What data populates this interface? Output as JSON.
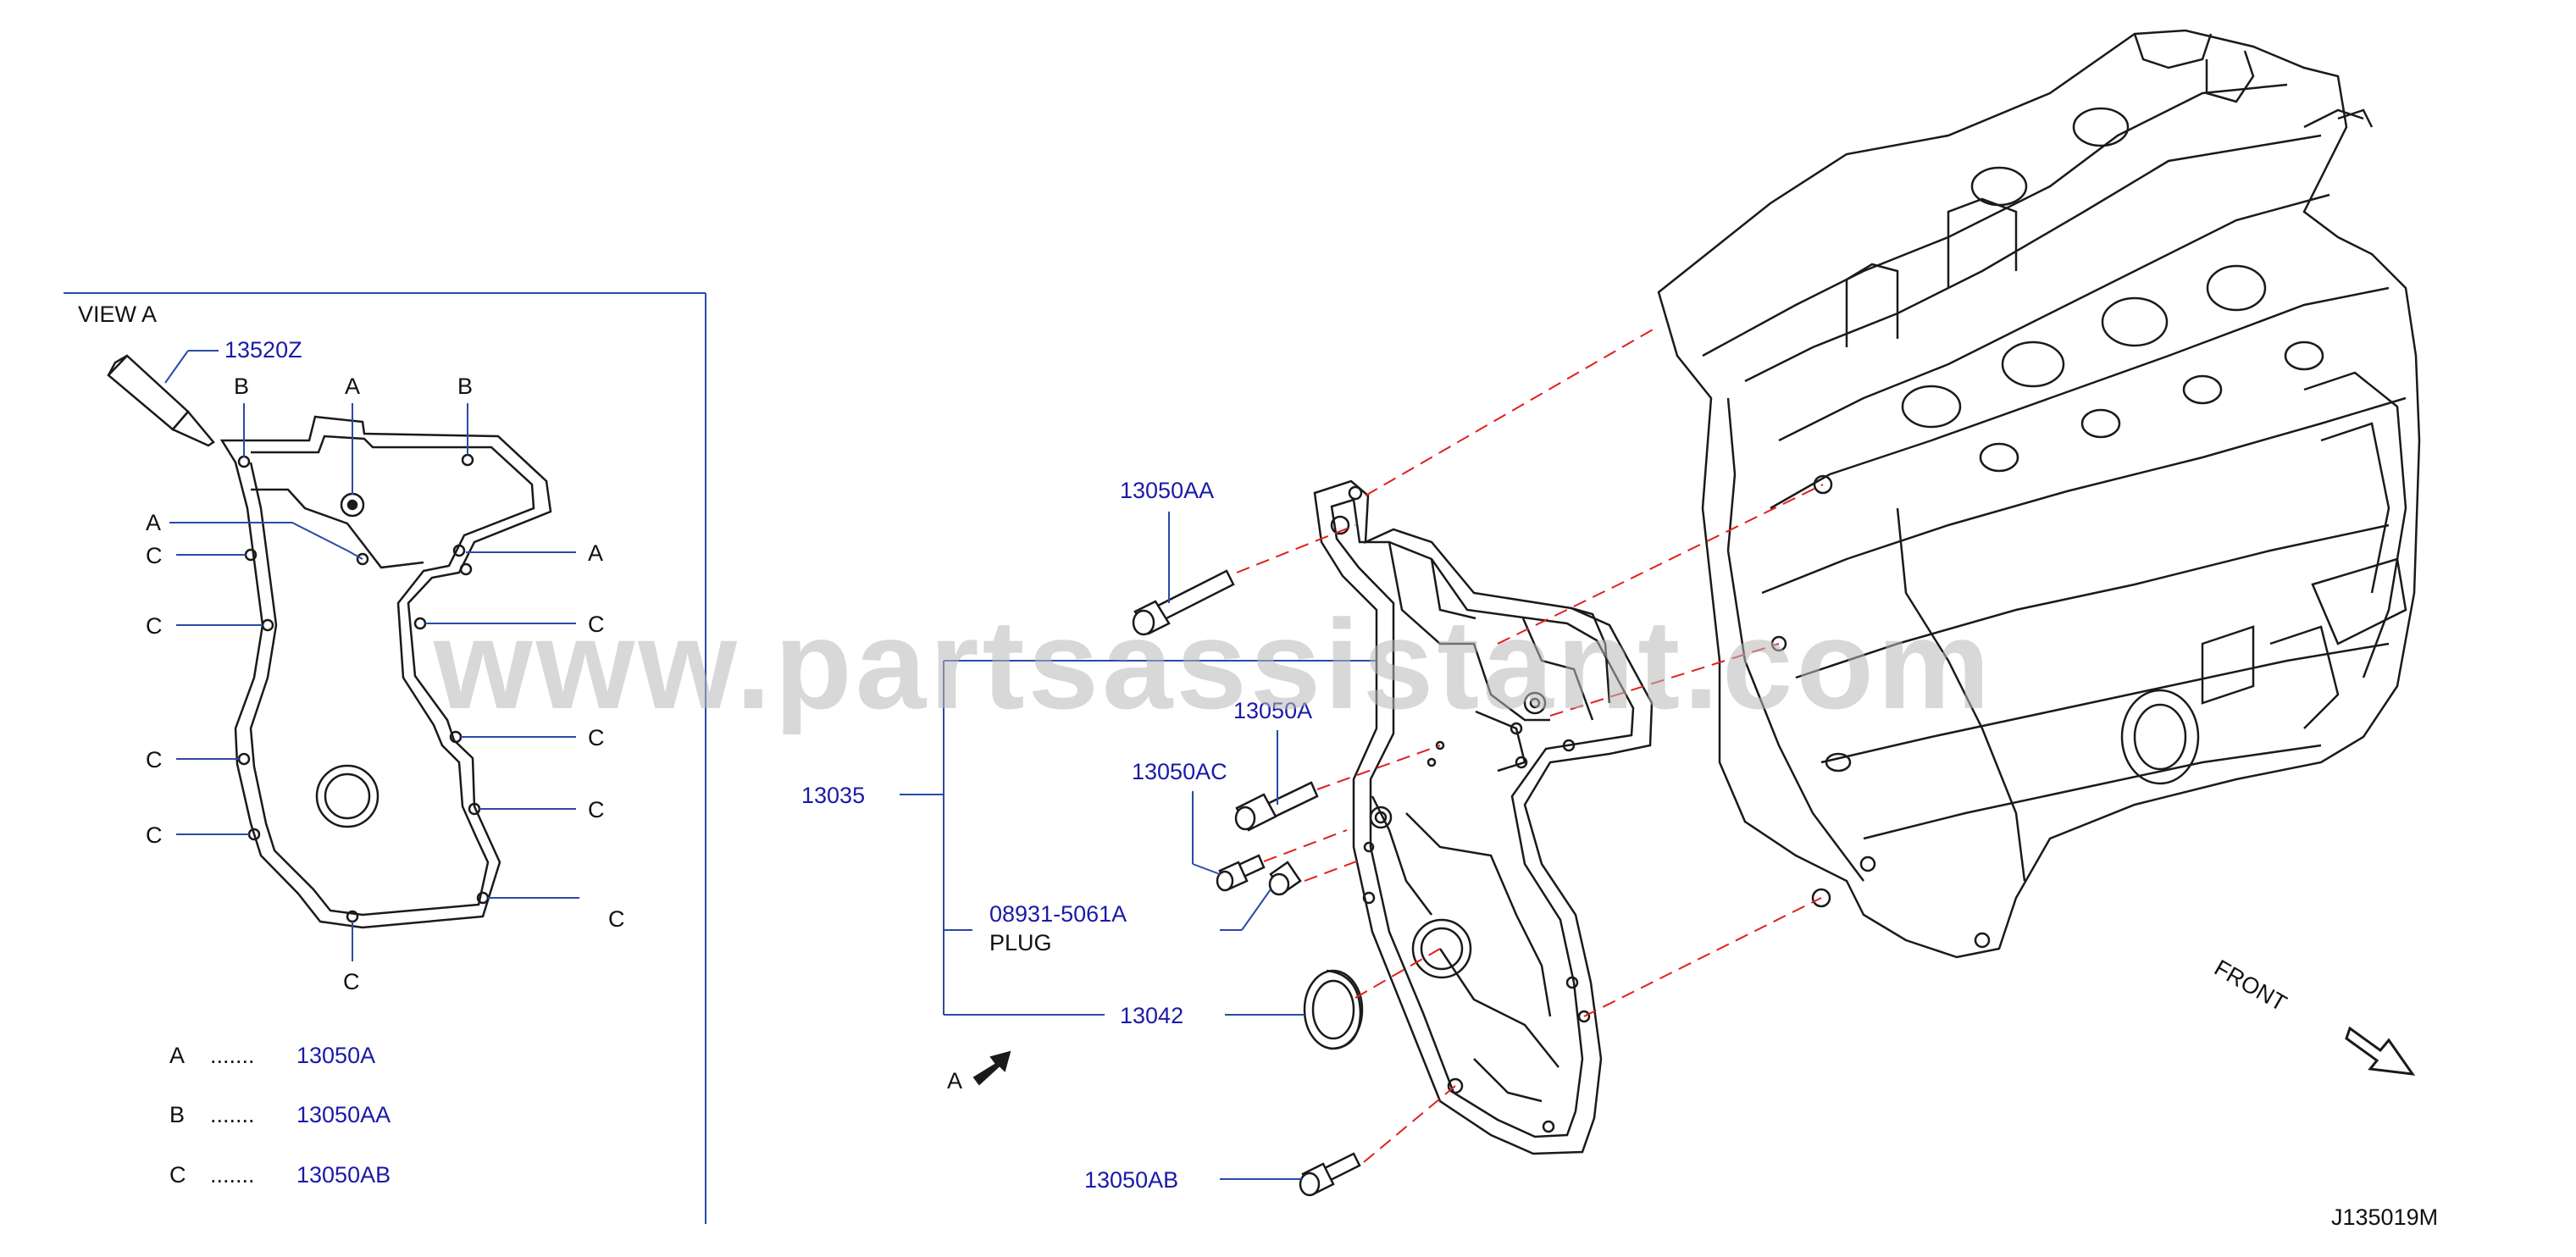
{
  "view_title": "VIEW   A",
  "watermark": "www.partsassistant.com",
  "diagram_code": "J135019M",
  "front_label": "FRONT",
  "view_arrow_label": "A",
  "colors": {
    "part_number": "#1a1aa8",
    "leader": "#2a4aa8",
    "dash": "#e02020",
    "drawing": "#1a1a1a"
  },
  "parts": {
    "p13520Z": "13520Z",
    "p13050AA": "13050AA",
    "p13050A": "13050A",
    "p13050AC": "13050AC",
    "p13035": "13035",
    "p08931": "08931-5061A",
    "plug": "PLUG",
    "p13042": "13042",
    "p13050AB": "13050AB"
  },
  "view_marks": {
    "a": "A",
    "b": "B",
    "c": "C"
  },
  "legend": [
    {
      "letter": "A",
      "dots": ".......",
      "part": "13050A"
    },
    {
      "letter": "B",
      "dots": ".......",
      "part": "13050AA"
    },
    {
      "letter": "C",
      "dots": ".......",
      "part": "13050AB"
    }
  ]
}
